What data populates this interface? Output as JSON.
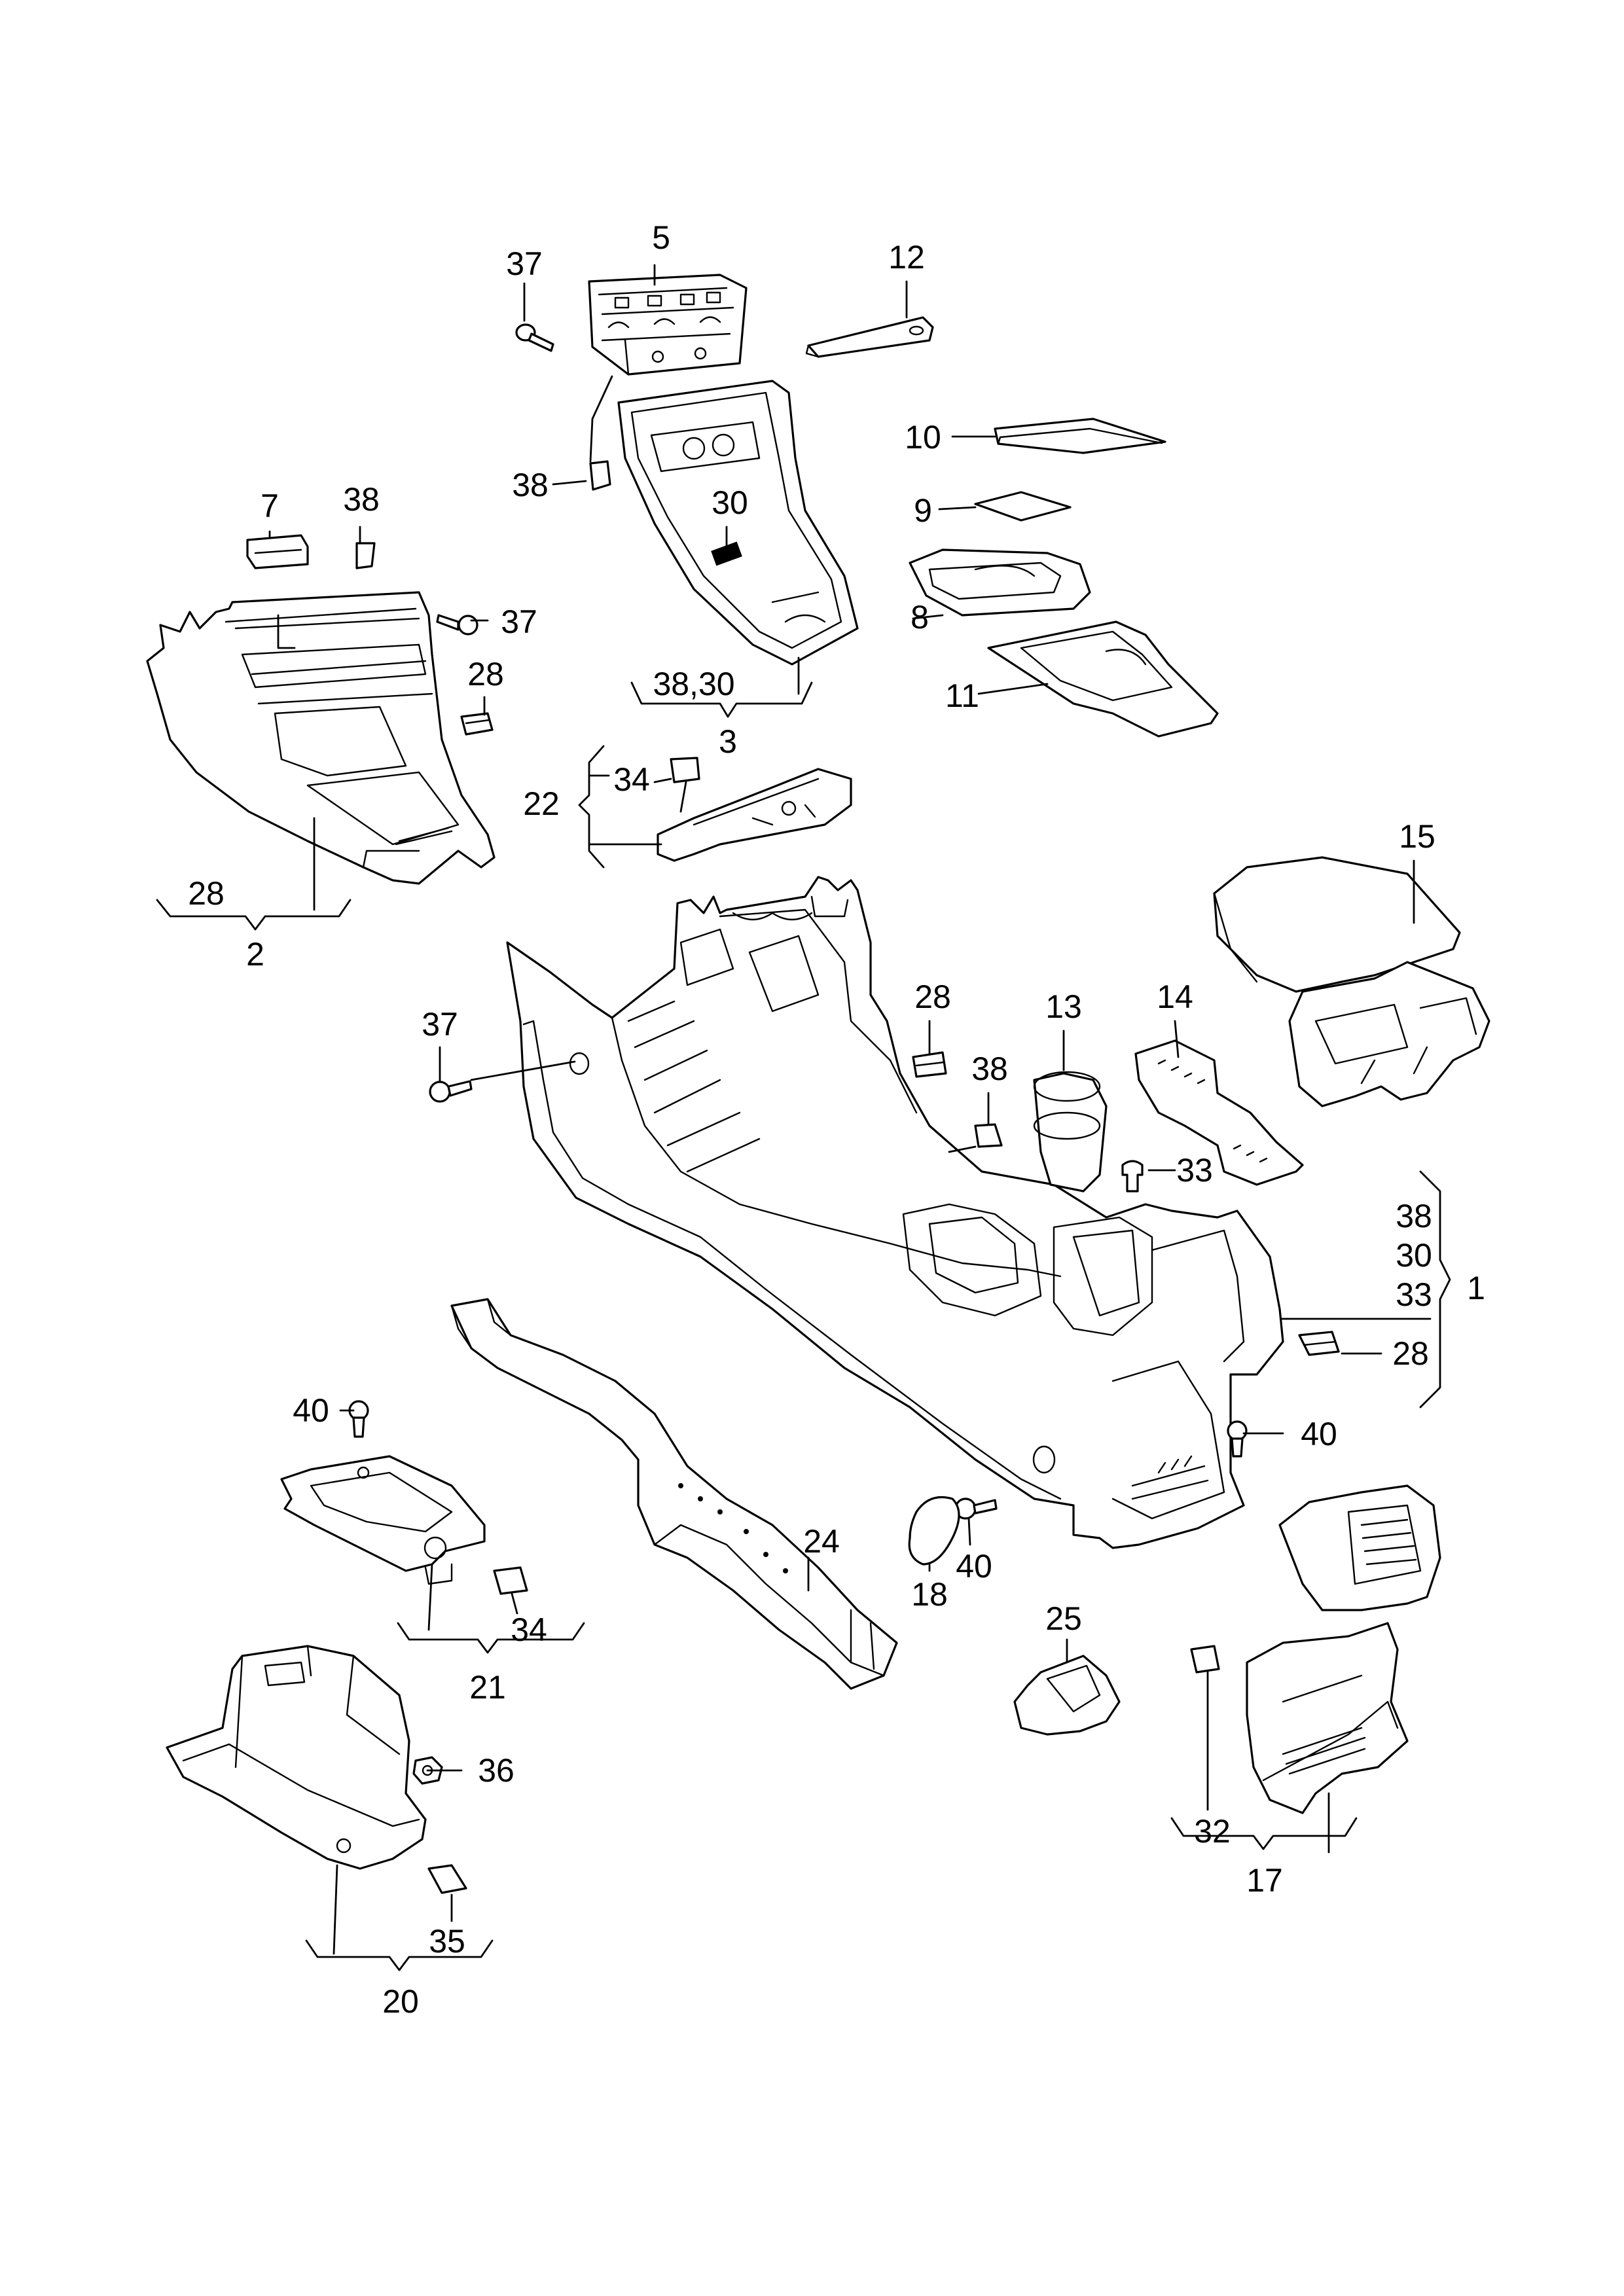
{
  "callouts": {
    "c37a": "37",
    "c5": "5",
    "c12": "12",
    "c38a": "38",
    "c10": "10",
    "c9": "9",
    "c7": "7",
    "c38b": "38",
    "c37b": "37",
    "c30": "30",
    "c8": "8",
    "c28a": "28",
    "c11": "11",
    "g3_sub": "38,30",
    "g3_main": "3",
    "c34a": "34",
    "g22_main": "22",
    "g2_sub": "28",
    "g2_main": "2",
    "c15": "15",
    "c37c": "37",
    "c28b": "28",
    "c13": "13",
    "c14": "14",
    "c38c": "38",
    "c33": "33",
    "g1_sub1": "38",
    "g1_sub2": "30",
    "g1_sub3": "33",
    "g1_main": "1",
    "c28c": "28",
    "c40a": "40",
    "c40b": "40",
    "c24": "24",
    "c40c": "40",
    "c18": "18",
    "c25": "25",
    "c34b": "34",
    "g21_main": "21",
    "c36": "36",
    "c35": "35",
    "g20_main": "20",
    "c32": "32",
    "g17_main": "17"
  }
}
